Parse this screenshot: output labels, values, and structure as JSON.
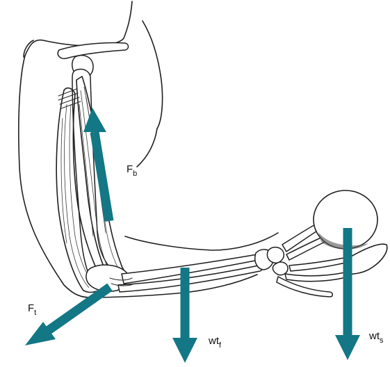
{
  "labels": {
    "biceps_force": {
      "main": "F",
      "sub": "b"
    },
    "triceps_force": {
      "main": "F",
      "sub": "t"
    },
    "forearm_weight": {
      "main": "wt",
      "sub": "f"
    },
    "sphere_weight": {
      "main": "wt",
      "sub": "s"
    }
  },
  "colors": {
    "arrow": "#137785",
    "ink": "#1e1e1e",
    "background": "#ffffff"
  }
}
